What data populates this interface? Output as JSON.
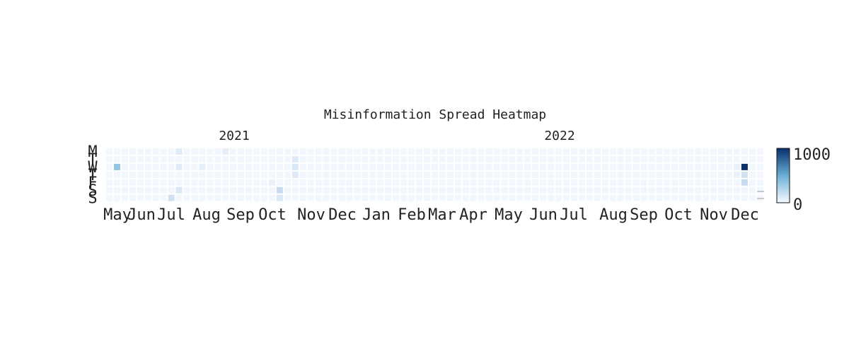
{
  "chart_data": {
    "type": "heatmap",
    "title": "Misinformation Spread Heatmap",
    "year_labels": [
      "2021",
      "2022"
    ],
    "month_labels": [
      "May",
      "Jun",
      "Jul",
      "Aug",
      "Sep",
      "Oct",
      "Nov",
      "Dec",
      "Jan",
      "Feb",
      "Mar",
      "Apr",
      "May",
      "Jun",
      "Jul",
      "Aug",
      "Sep",
      "Oct",
      "Nov",
      "Dec"
    ],
    "weekday_labels": [
      "M",
      "T",
      "W",
      "T",
      "F",
      "S",
      "S"
    ],
    "colorscale": {
      "name": "Blues",
      "min": 0,
      "max": 1000,
      "low_color": "#f7fbff",
      "high_color": "#08306b"
    },
    "colorbar_ticks": [
      "1000",
      "0"
    ],
    "baseline_value": 30,
    "highlights": [
      {
        "week": 1,
        "day": 2,
        "value": 400
      },
      {
        "week": 8,
        "day": 6,
        "value": 200
      },
      {
        "week": 9,
        "day": 0,
        "value": 120
      },
      {
        "week": 9,
        "day": 2,
        "value": 120
      },
      {
        "week": 9,
        "day": 5,
        "value": 150
      },
      {
        "week": 12,
        "day": 2,
        "value": 90
      },
      {
        "week": 15,
        "day": 0,
        "value": 90
      },
      {
        "week": 21,
        "day": 4,
        "value": 70
      },
      {
        "week": 22,
        "day": 5,
        "value": 250
      },
      {
        "week": 22,
        "day": 6,
        "value": 150
      },
      {
        "week": 24,
        "day": 1,
        "value": 130
      },
      {
        "week": 24,
        "day": 2,
        "value": 150
      },
      {
        "week": 24,
        "day": 3,
        "value": 130
      },
      {
        "week": 81,
        "day": 2,
        "value": 80
      },
      {
        "week": 81,
        "day": 3,
        "value": 70
      },
      {
        "week": 82,
        "day": 2,
        "value": 1000
      },
      {
        "week": 82,
        "day": 3,
        "value": 200
      },
      {
        "week": 82,
        "day": 4,
        "value": 250
      }
    ]
  }
}
